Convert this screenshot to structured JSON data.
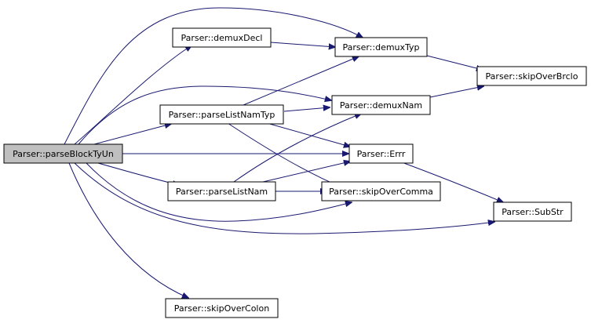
{
  "nodes": {
    "parseBlockTyUn": "Parser::parseBlockTyUn",
    "demuxDecl": "Parser::demuxDecl",
    "demuxTyp": "Parser::demuxTyp",
    "skipOverBrclo": "Parser::skipOverBrclo",
    "parseListNamTyp": "Parser::parseListNamTyp",
    "demuxNam": "Parser::demuxNam",
    "errr": "Parser::Errr",
    "parseListNam": "Parser::parseListNam",
    "skipOverComma": "Parser::skipOverComma",
    "subStr": "Parser::SubStr",
    "skipOverColon": "Parser::skipOverColon"
  },
  "root_node": "parseBlockTyUn",
  "edges": [
    [
      "parseBlockTyUn",
      "demuxDecl"
    ],
    [
      "parseBlockTyUn",
      "demuxTyp"
    ],
    [
      "parseBlockTyUn",
      "parseListNamTyp"
    ],
    [
      "parseBlockTyUn",
      "demuxNam"
    ],
    [
      "parseBlockTyUn",
      "errr"
    ],
    [
      "parseBlockTyUn",
      "parseListNam"
    ],
    [
      "parseBlockTyUn",
      "skipOverComma"
    ],
    [
      "parseBlockTyUn",
      "subStr"
    ],
    [
      "parseBlockTyUn",
      "skipOverColon"
    ],
    [
      "demuxDecl",
      "demuxTyp"
    ],
    [
      "demuxTyp",
      "skipOverBrclo"
    ],
    [
      "parseListNamTyp",
      "demuxTyp"
    ],
    [
      "parseListNamTyp",
      "demuxNam"
    ],
    [
      "parseListNamTyp",
      "errr"
    ],
    [
      "parseListNamTyp",
      "skipOverComma"
    ],
    [
      "demuxNam",
      "skipOverBrclo"
    ],
    [
      "parseListNam",
      "demuxNam"
    ],
    [
      "parseListNam",
      "errr"
    ],
    [
      "parseListNam",
      "skipOverComma"
    ],
    [
      "errr",
      "subStr"
    ]
  ],
  "colors": {
    "edge": "#191970",
    "root_fill": "#bfbfbf",
    "node_fill": "#ffffff",
    "node_border": "#000000"
  }
}
